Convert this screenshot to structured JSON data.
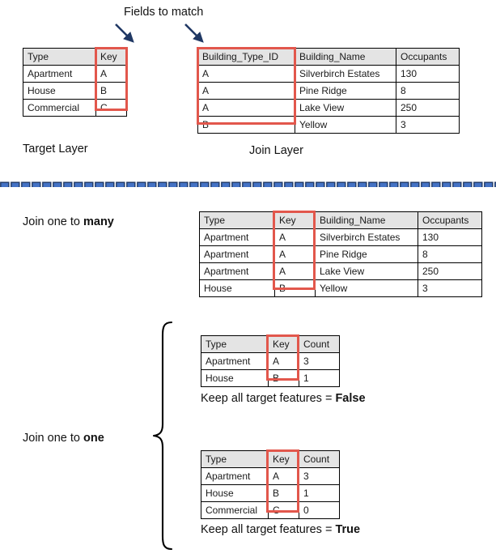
{
  "annotations": {
    "fields_to_match": "Fields to match",
    "target_layer": "Target Layer",
    "join_layer": "Join Layer",
    "join_one_to_many_pre": "Join one to ",
    "join_one_to_many_bold": "many",
    "join_one_to_one_pre": "Join one to ",
    "join_one_to_one_bold": "one",
    "keep_false_pre": "Keep all target features = ",
    "keep_false_bold": "False",
    "keep_true_pre": "Keep all target features = ",
    "keep_true_bold": "True"
  },
  "colors": {
    "highlight_red": "#e2574c",
    "header_gray": "#e4e4e4",
    "arrow_navy": "#203864",
    "divider_blue": "#4472c4",
    "divider_blue_dark": "#1f3864",
    "border_black": "#000000",
    "text": "#121212"
  },
  "target_table": {
    "caption": "Target Layer",
    "columns": [
      "Type",
      "Key"
    ],
    "highlight_column": "Key",
    "rows": [
      [
        "Apartment",
        "A"
      ],
      [
        "House",
        "B"
      ],
      [
        "Commercial",
        "C"
      ]
    ]
  },
  "join_table": {
    "caption": "Join Layer",
    "columns": [
      "Building_Type_ID",
      "Building_Name",
      "Occupants"
    ],
    "highlight_column": "Building_Type_ID",
    "rows": [
      [
        "A",
        "Silverbirch Estates",
        "130"
      ],
      [
        "A",
        "Pine Ridge",
        "8"
      ],
      [
        "A",
        "Lake View",
        "250"
      ],
      [
        "B",
        "Yellow",
        "3"
      ]
    ]
  },
  "one_to_many_table": {
    "columns": [
      "Type",
      "Key",
      "Building_Name",
      "Occupants"
    ],
    "highlight_column": "Key",
    "rows": [
      [
        "Apartment",
        "A",
        "Silverbirch Estates",
        "130"
      ],
      [
        "Apartment",
        "A",
        "Pine Ridge",
        "8"
      ],
      [
        "Apartment",
        "A",
        "Lake View",
        "250"
      ],
      [
        "House",
        "B",
        "Yellow",
        "3"
      ]
    ]
  },
  "one_to_one_false_table": {
    "columns": [
      "Type",
      "Key",
      "Count"
    ],
    "highlight_column": "Key",
    "rows": [
      [
        "Apartment",
        "A",
        "3"
      ],
      [
        "House",
        "B",
        "1"
      ]
    ]
  },
  "one_to_one_true_table": {
    "columns": [
      "Type",
      "Key",
      "Count"
    ],
    "highlight_column": "Key",
    "rows": [
      [
        "Apartment",
        "A",
        "3"
      ],
      [
        "House",
        "B",
        "1"
      ],
      [
        "Commercial",
        "C",
        "0"
      ]
    ]
  },
  "icons": {
    "arrow_left": "arrow-down-right-icon",
    "arrow_right": "arrow-down-right-icon",
    "brace": "curly-brace-icon",
    "divider": "dashed-divider-icon"
  }
}
